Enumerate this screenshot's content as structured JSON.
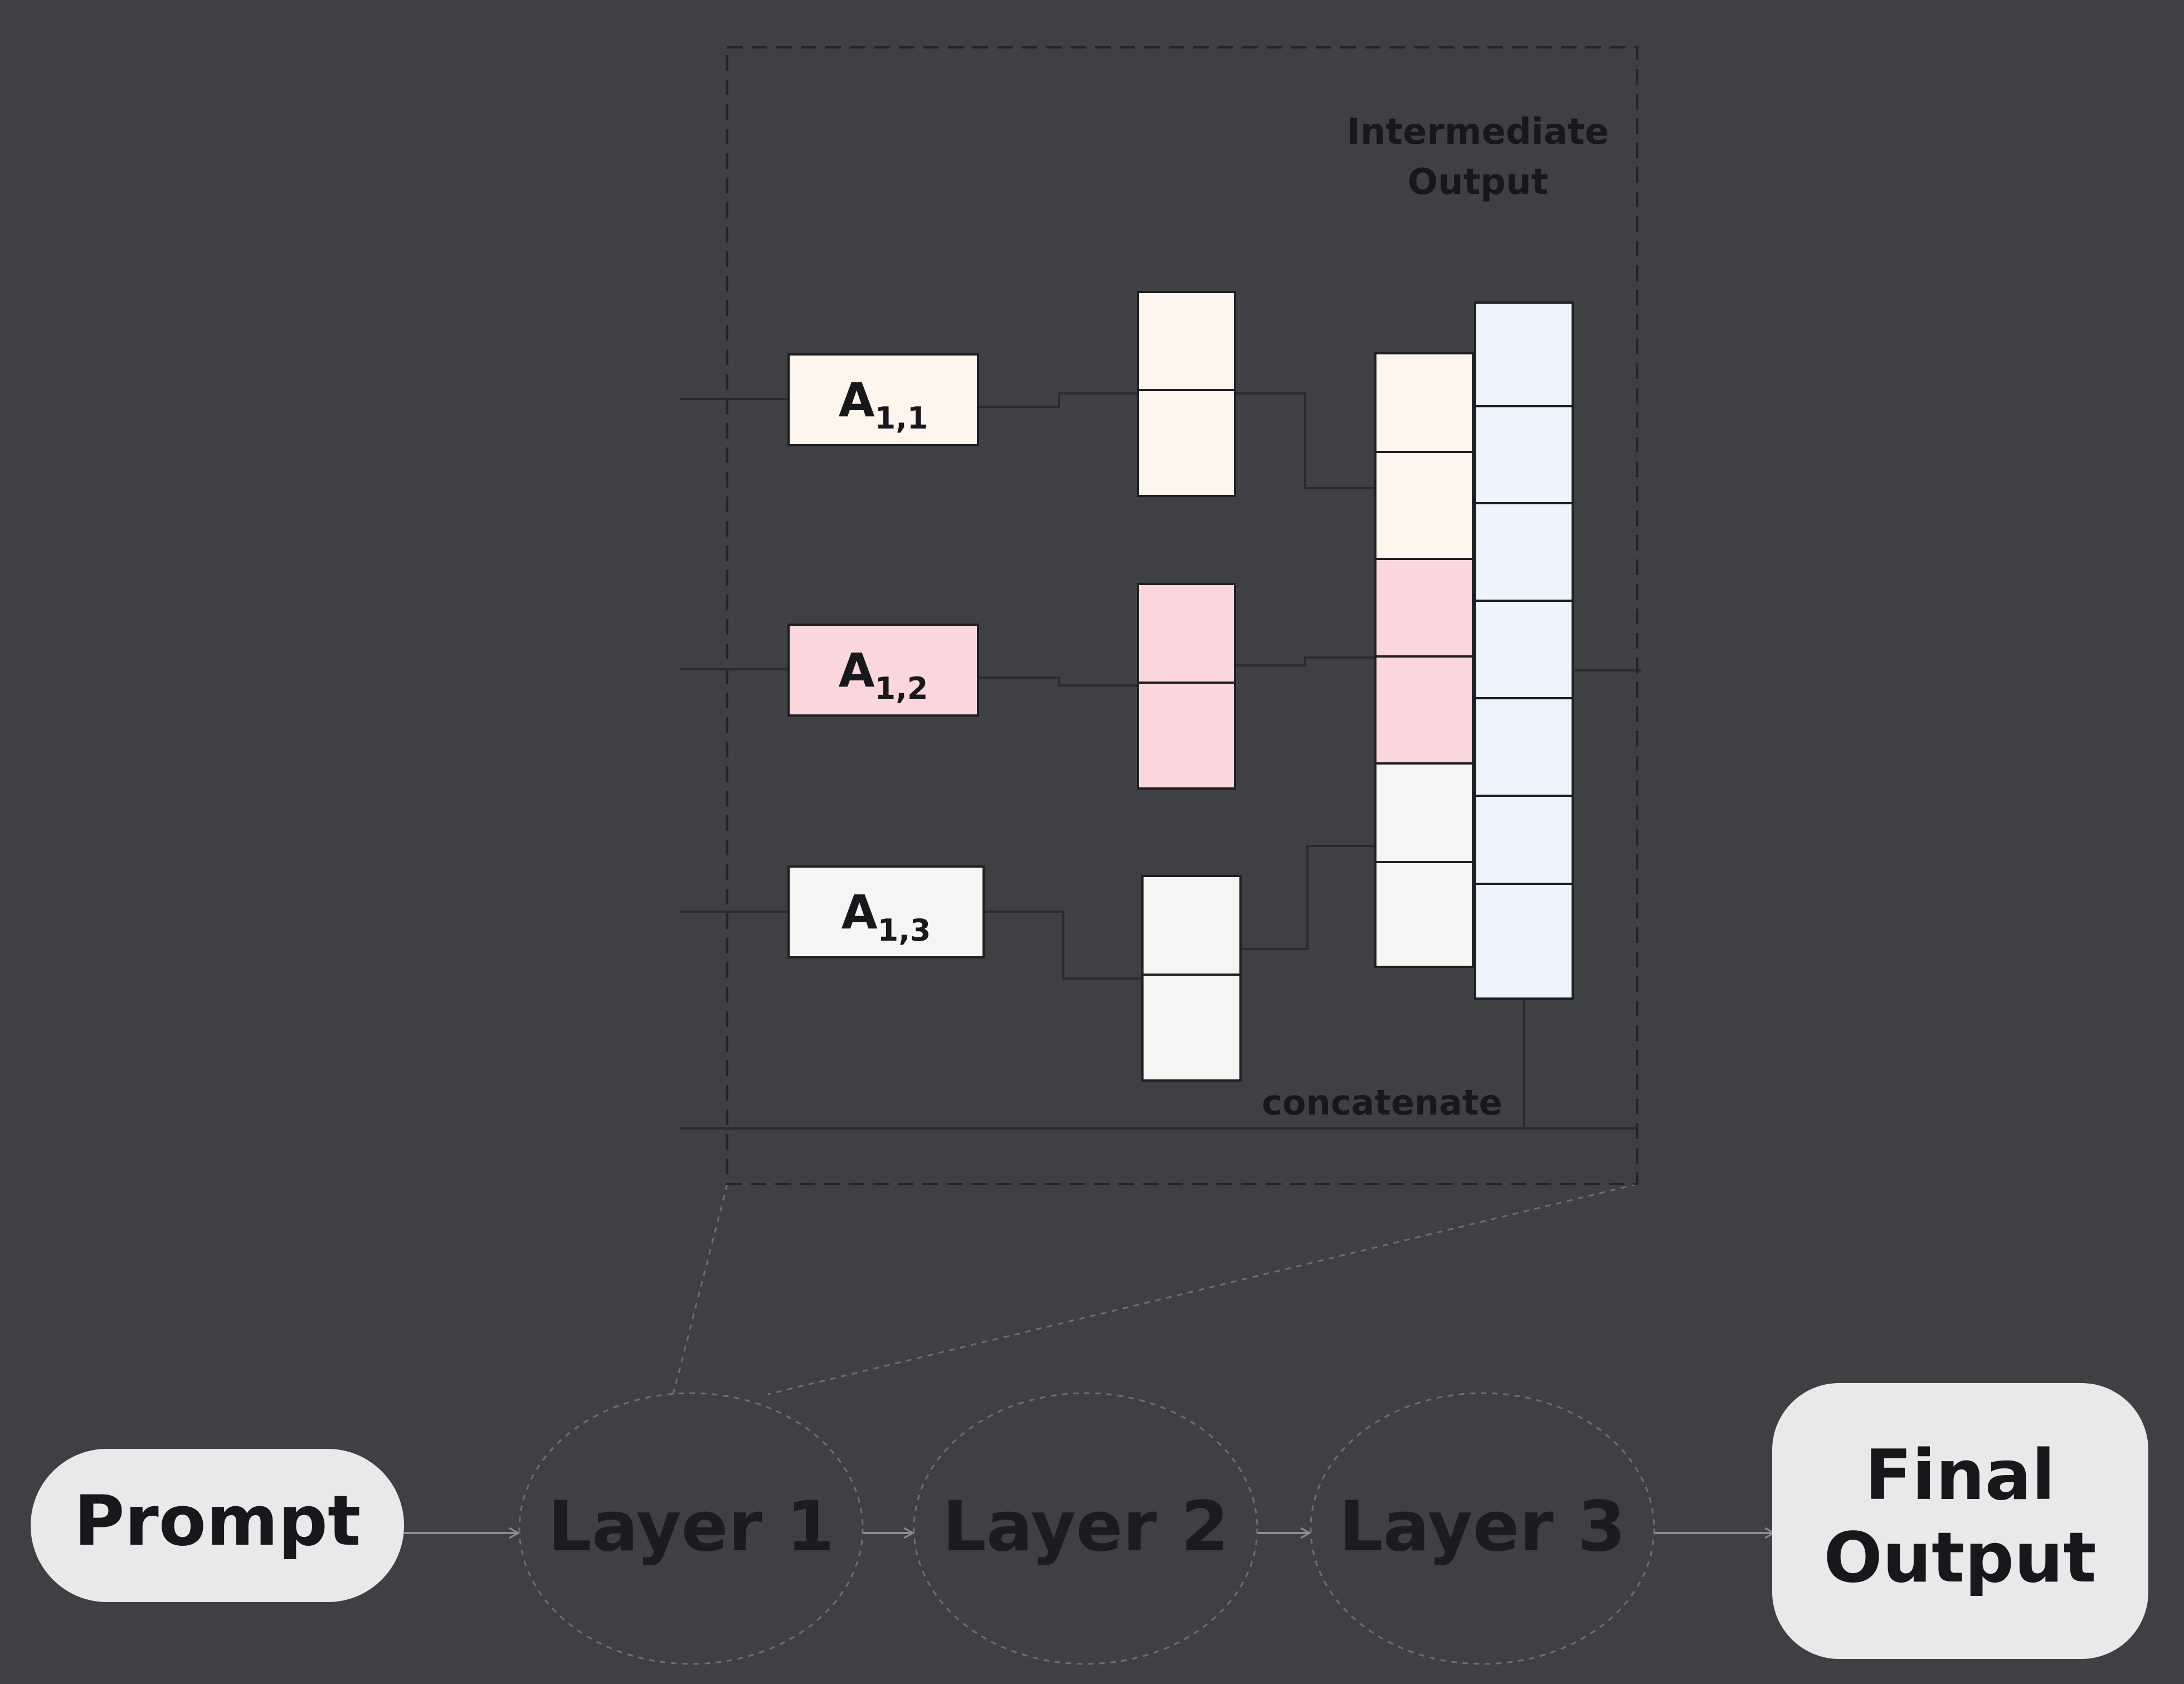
{
  "colors": {
    "background": "#3f4044",
    "attn_head_1": "#fef6ec",
    "attn_head_2": "#fbd7dd",
    "attn_head_3": "#f6f5f3",
    "output_vector": "#eef4fd",
    "pill_fill": "#e9e9ea",
    "dark_text": "#17181c",
    "edge_line": "#2a2b2f",
    "flow_arrow": "#8d8e92",
    "dashed_guide": "#6e6f73"
  },
  "zoom_panel": {
    "title_line1": "Intermediate",
    "title_line2": "Output",
    "concat_label": "concatenate",
    "heads": [
      {
        "letter": "A",
        "subscript": "1,1"
      },
      {
        "letter": "A",
        "subscript": "1,2"
      },
      {
        "letter": "A",
        "subscript": "1,3"
      }
    ],
    "head_output_cells": 2,
    "concat_cells": 6,
    "output_cells": 7
  },
  "pipeline": {
    "prompt": "Prompt",
    "layers": [
      "Layer 1",
      "Layer 2",
      "Layer 3"
    ],
    "final_line1": "Final",
    "final_line2": "Output"
  }
}
